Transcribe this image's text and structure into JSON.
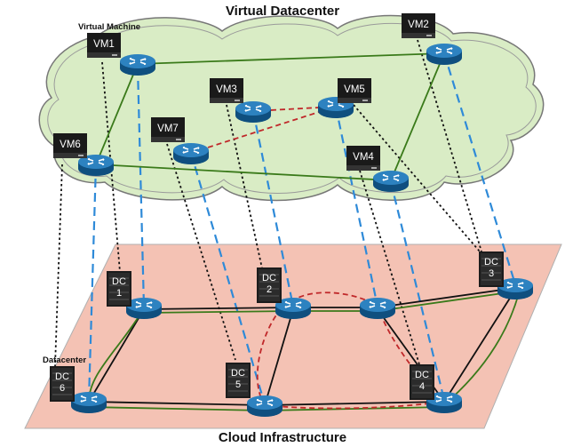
{
  "titles": {
    "top": "Virtual Datacenter",
    "bottom": "Cloud Infrastructure"
  },
  "labels": {
    "virtual_machine": "Virtual Machine",
    "datacenter": "Datacenter"
  },
  "vms": [
    {
      "id": "vm1",
      "label": "VM1"
    },
    {
      "id": "vm2",
      "label": "VM2"
    },
    {
      "id": "vm3",
      "label": "VM3"
    },
    {
      "id": "vm4",
      "label": "VM4"
    },
    {
      "id": "vm5",
      "label": "VM5"
    },
    {
      "id": "vm6",
      "label": "VM6"
    },
    {
      "id": "vm7",
      "label": "VM7"
    }
  ],
  "dcs": [
    {
      "id": "dc1",
      "line1": "DC",
      "line2": "1"
    },
    {
      "id": "dc2",
      "line1": "DC",
      "line2": "2"
    },
    {
      "id": "dc3",
      "line1": "DC",
      "line2": "3"
    },
    {
      "id": "dc4",
      "line1": "DC",
      "line2": "4"
    },
    {
      "id": "dc5",
      "line1": "DC",
      "line2": "5"
    },
    {
      "id": "dc6",
      "line1": "DC",
      "line2": "6"
    }
  ],
  "colors": {
    "cloud_fill": "#d9ecc5",
    "plane_fill": "#f4c2b4",
    "green_link": "#3a7a1a",
    "red_link": "#c0282a",
    "blue_mapping": "#2e8ad8",
    "router": "#1f6fa8"
  },
  "icons": {
    "router": "router-icon",
    "server": "server-icon",
    "rack": "datacenter-rack-icon"
  }
}
